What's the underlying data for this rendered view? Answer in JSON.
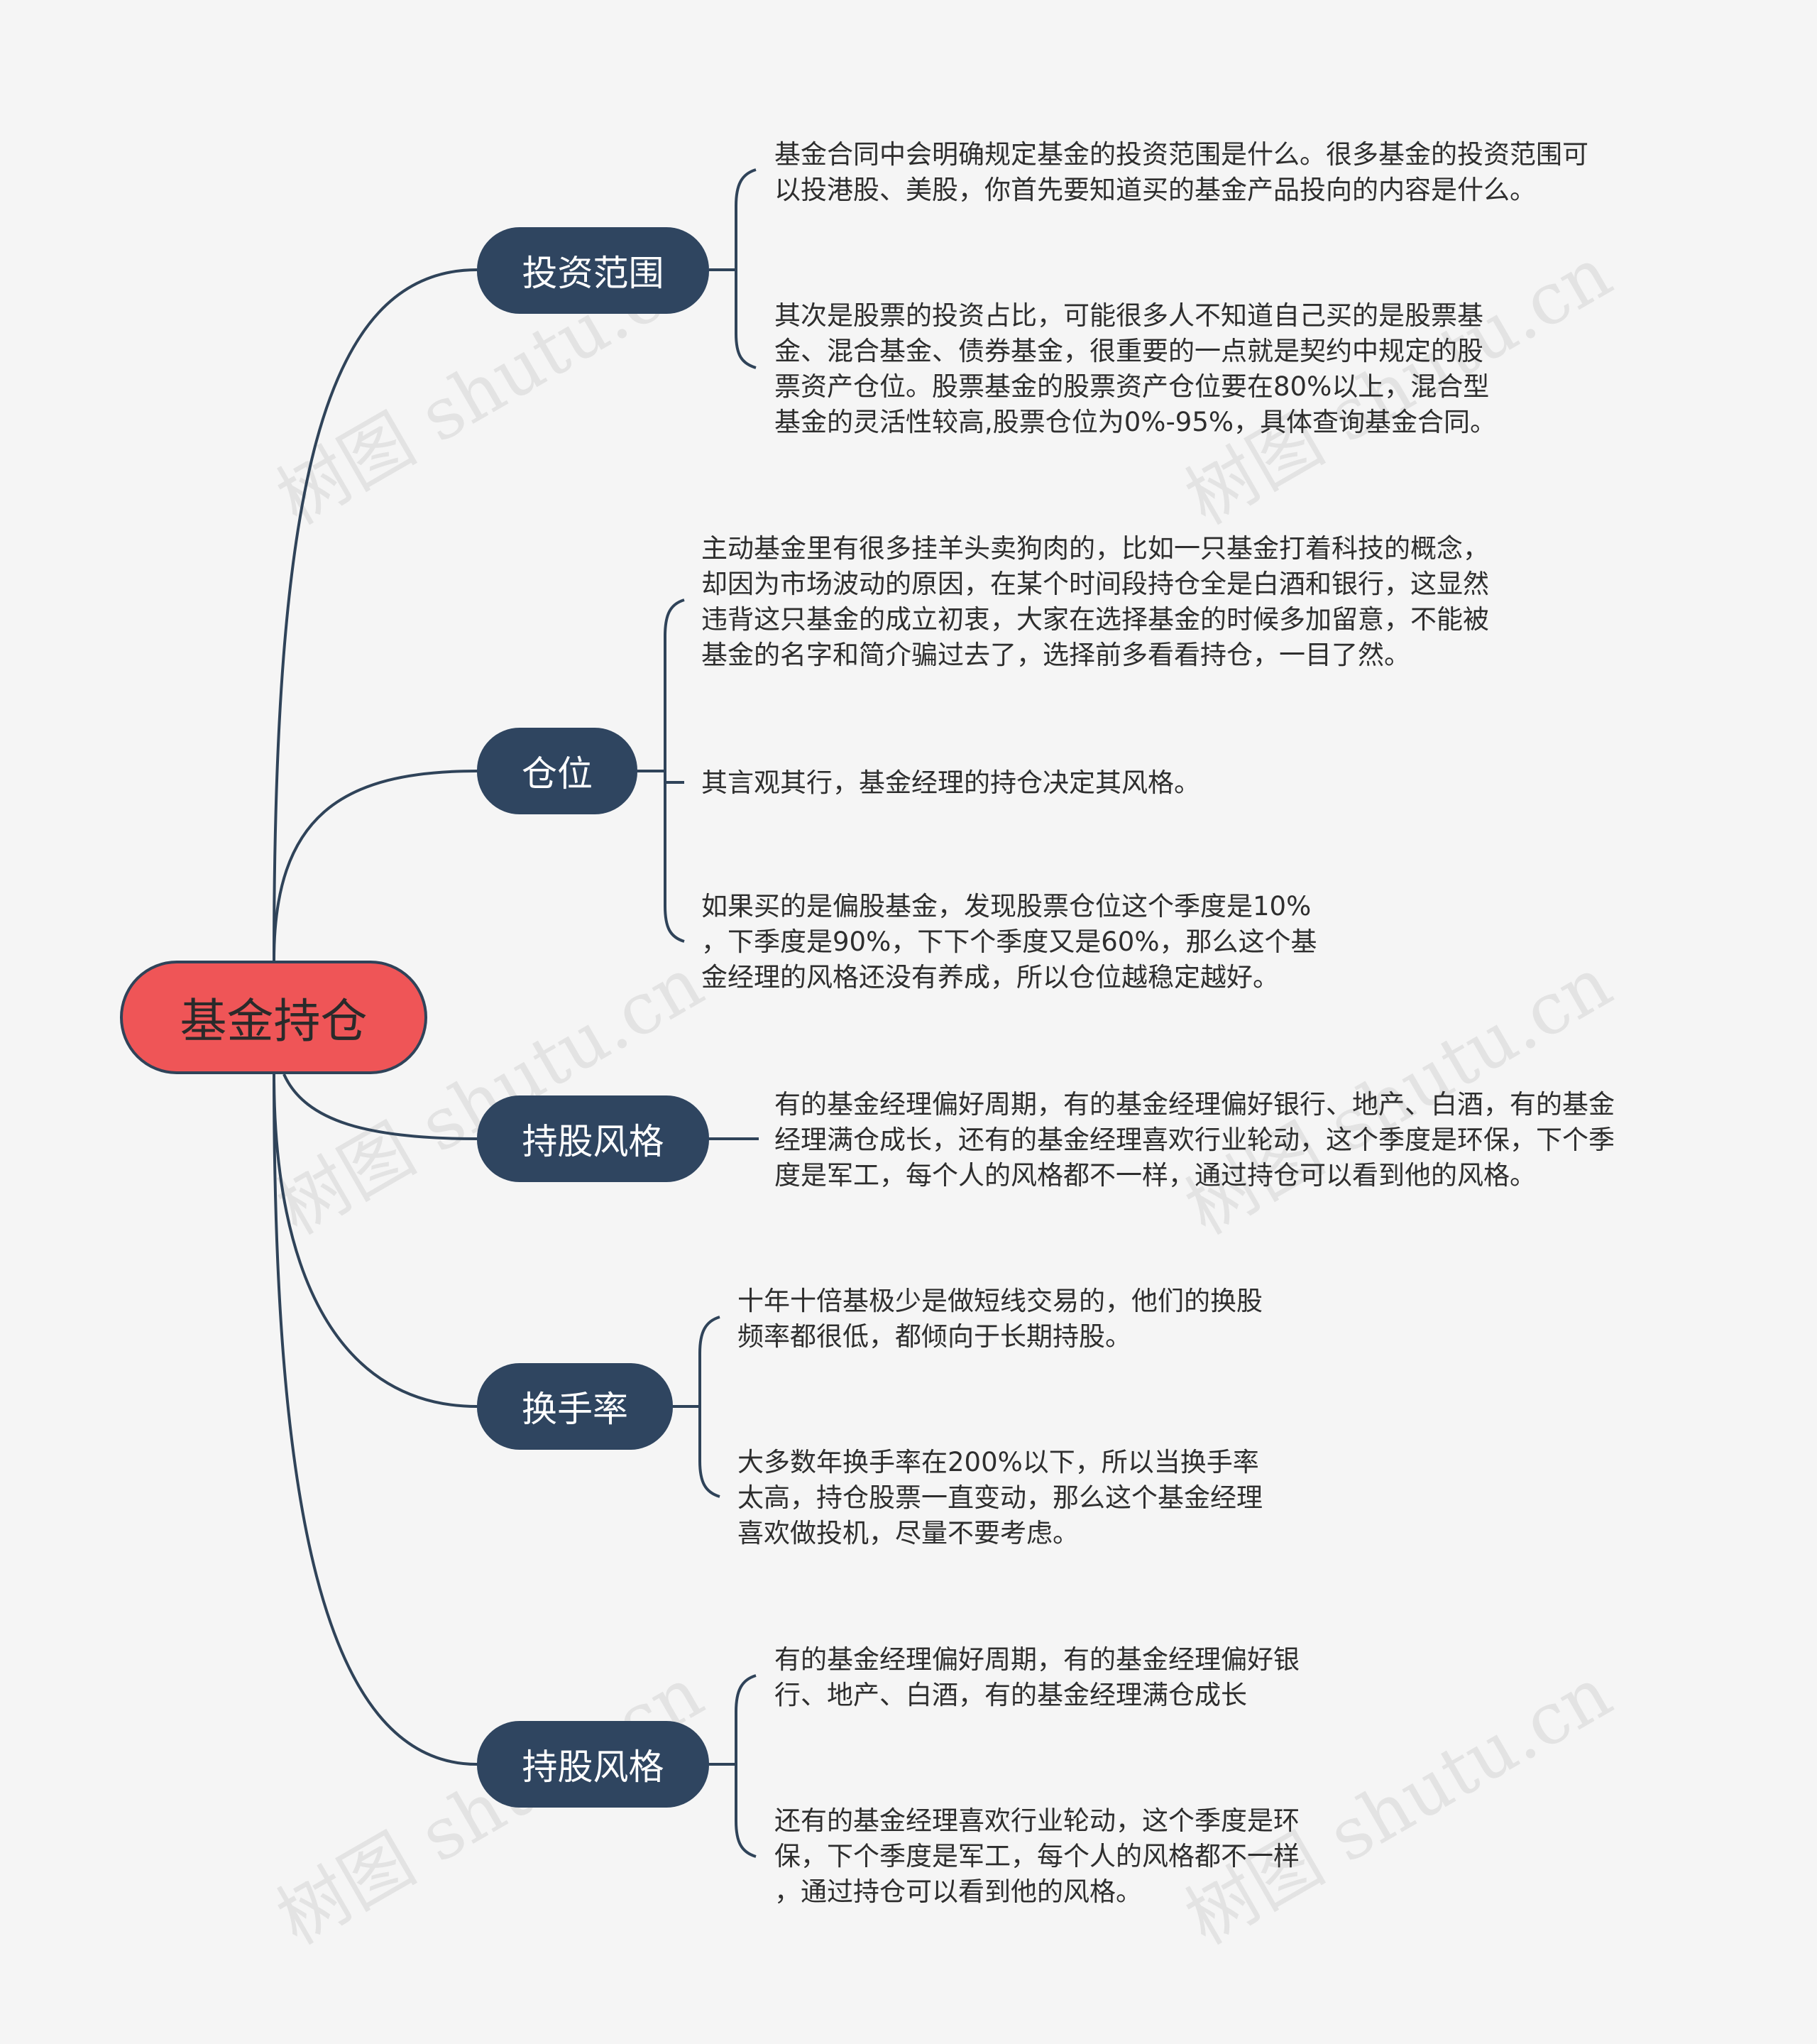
{
  "watermark": "树图 shutu.cn",
  "root": {
    "label": "基金持仓"
  },
  "branches": [
    {
      "label": "投资范围",
      "leaves": [
        "基金合同中会明确规定基金的投资范围是什么。很多基金的投资范围可\n以投港股、美股，你首先要知道买的基金产品投向的内容是什么。",
        "其次是股票的投资占比，可能很多人不知道自己买的是股票基\n金、混合基金、债券基金，很重要的一点就是契约中规定的股\n票资产仓位。股票基金的股票资产仓位要在80%以上，混合型\n基金的灵活性较高,股票仓位为0%-95%，具体查询基金合同。"
      ]
    },
    {
      "label": "仓位",
      "leaves": [
        "主动基金里有很多挂羊头卖狗肉的，比如一只基金打着科技的概念，\n却因为市场波动的原因，在某个时间段持仓全是白酒和银行，这显然\n违背这只基金的成立初衷，大家在选择基金的时候多加留意，不能被\n基金的名字和简介骗过去了，选择前多看看持仓，一目了然。",
        "其言观其行，基金经理的持仓决定其风格。",
        "如果买的是偏股基金，发现股票仓位这个季度是10%\n，下季度是90%，下下个季度又是60%，那么这个基\n金经理的风格还没有养成，所以仓位越稳定越好。"
      ]
    },
    {
      "label": "持股风格",
      "leaves": [
        "有的基金经理偏好周期，有的基金经理偏好银行、地产、白酒，有的基金\n经理满仓成长，还有的基金经理喜欢行业轮动，这个季度是环保，下个季\n度是军工，每个人的风格都不一样，通过持仓可以看到他的风格。"
      ]
    },
    {
      "label": "换手率",
      "leaves": [
        "十年十倍基极少是做短线交易的，他们的换股\n频率都很低，都倾向于长期持股。",
        "大多数年换手率在200%以下，所以当换手率\n太高，持仓股票一直变动，那么这个基金经理\n喜欢做投机，尽量不要考虑。"
      ]
    },
    {
      "label": "持股风格",
      "leaves": [
        "有的基金经理偏好周期，有的基金经理偏好银\n行、地产、白酒，有的基金经理满仓成长",
        "还有的基金经理喜欢行业轮动，这个季度是环\n保，下个季度是军工，每个人的风格都不一样\n，通过持仓可以看到他的风格。"
      ]
    }
  ]
}
